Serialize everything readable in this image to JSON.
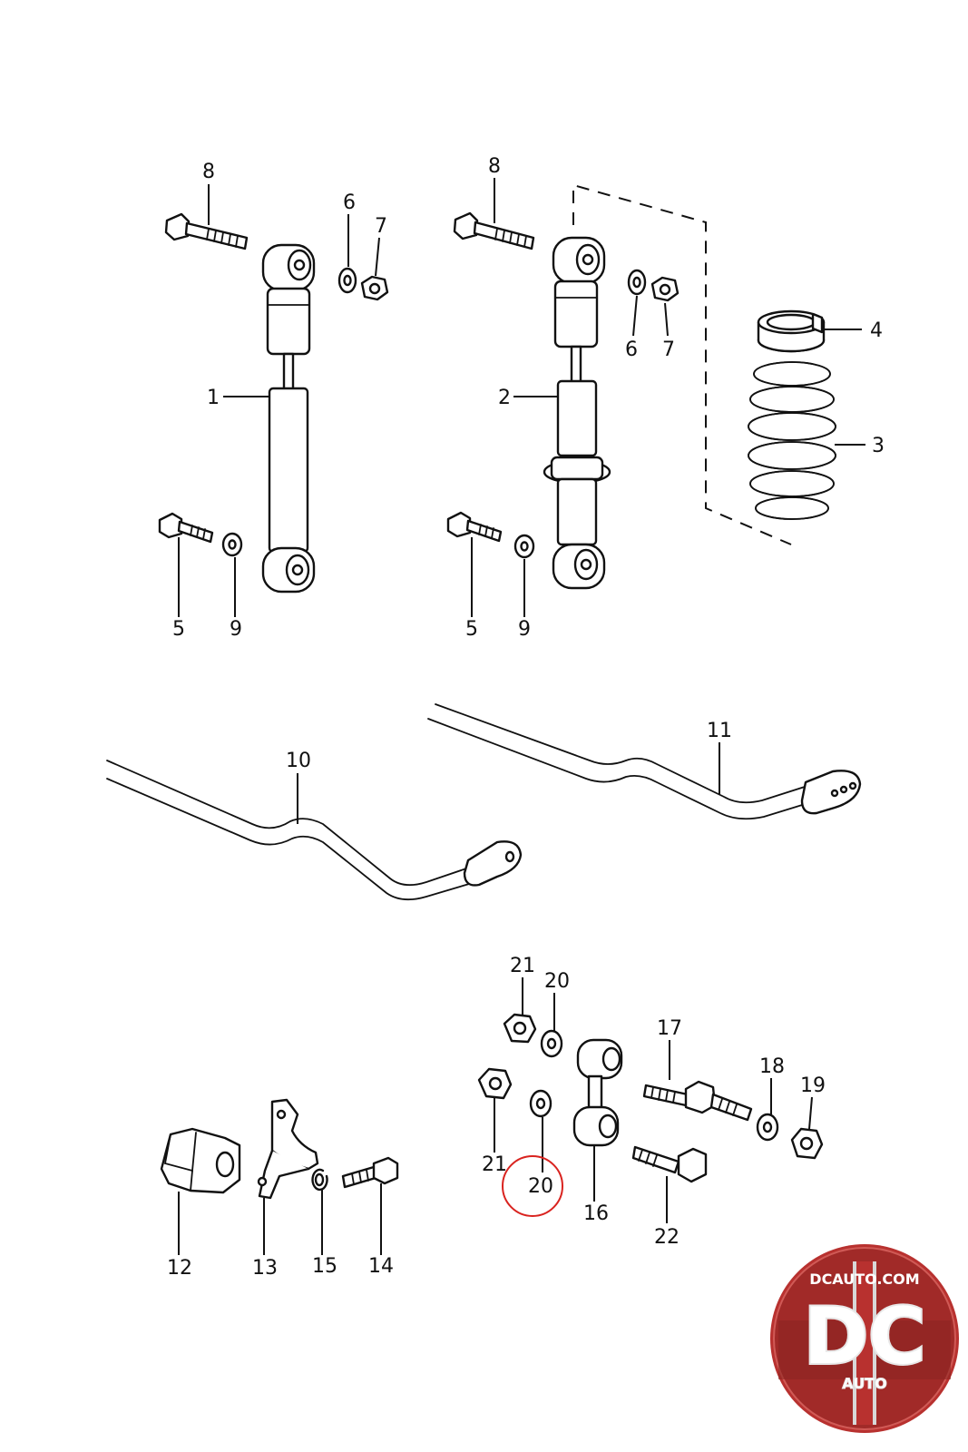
{
  "callouts": {
    "c1": "1",
    "c2": "2",
    "c3": "3",
    "c4": "4",
    "c5a": "5",
    "c5b": "5",
    "c6a": "6",
    "c6b": "6",
    "c7a": "7",
    "c7b": "7",
    "c8a": "8",
    "c8b": "8",
    "c9a": "9",
    "c9b": "9",
    "c10": "10",
    "c11": "11",
    "c12": "12",
    "c13": "13",
    "c14": "14",
    "c15": "15",
    "c16": "16",
    "c17": "17",
    "c18": "18",
    "c19": "19",
    "c20a": "20",
    "c20b": "20",
    "c21a": "21",
    "c21b": "21",
    "c22": "22"
  },
  "highlight": {
    "callout": "20",
    "color": "#d9231f"
  },
  "logo": {
    "top_text": "DCAUTO.COM",
    "letters": "DC",
    "bottom_text": "AUTO",
    "colors": {
      "red": "#b8312f",
      "dark": "#3a3a3a",
      "silver": "#c9c9c9"
    }
  }
}
